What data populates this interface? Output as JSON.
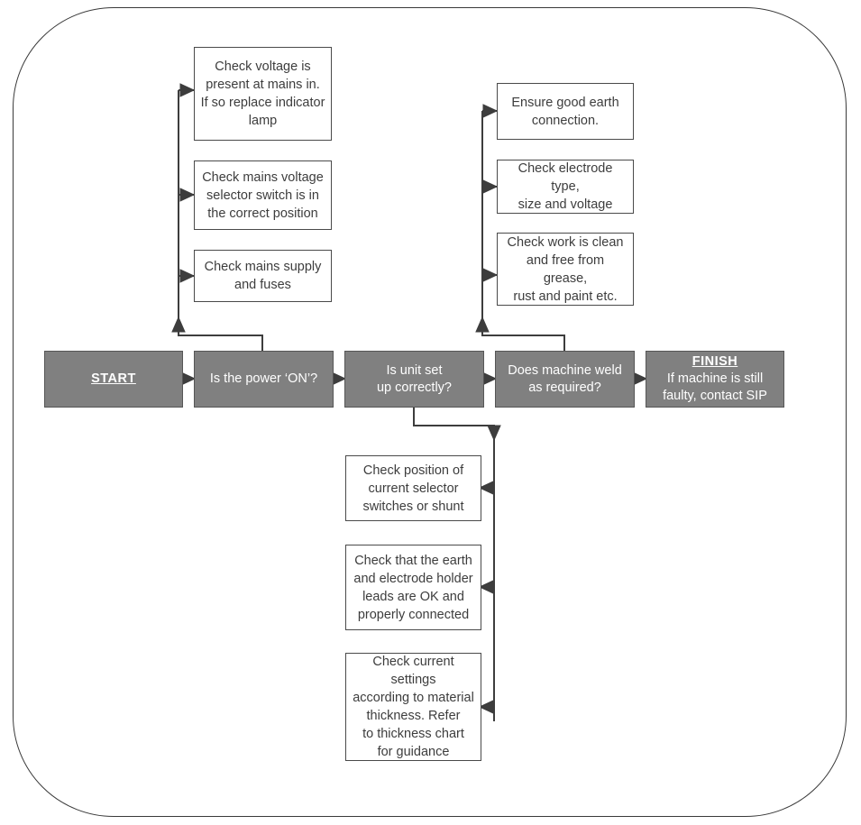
{
  "diagram": {
    "title": "Welding machine fault finding flowchart",
    "colors": {
      "node_fill_gray": "#808080",
      "node_fill_white": "#ffffff",
      "line": "#3d3d3d",
      "text_white": "#ffffff",
      "text_dark": "#3d3d3d"
    }
  },
  "main_row": {
    "start": {
      "label": "START"
    },
    "power": {
      "label": "Is the power ‘ON’?"
    },
    "unit": {
      "label": "Is unit set\nup correctly?"
    },
    "weld": {
      "label": "Does machine weld\nas required?"
    },
    "finish": {
      "heading": "FINISH",
      "body": "If machine is still\nfaulty, contact SIP"
    }
  },
  "power_checks": [
    {
      "label": "Check voltage is\npresent at mains in.\nIf so replace indicator\nlamp"
    },
    {
      "label": "Check mains voltage\nselector switch is in\nthe correct position"
    },
    {
      "label": "Check mains supply\nand fuses"
    }
  ],
  "weld_checks": [
    {
      "label": "Ensure good earth\nconnection."
    },
    {
      "label": "Check electrode type,\nsize and voltage"
    },
    {
      "label": "Check work is clean\nand free from grease,\nrust and paint etc."
    }
  ],
  "unit_checks": [
    {
      "label": "Check position of\ncurrent selector\nswitches or shunt"
    },
    {
      "label": "Check that the earth\nand electrode holder\nleads are OK and\nproperly connected"
    },
    {
      "label": "Check current settings\naccording to material\nthickness. Refer\nto thickness chart\nfor guidance"
    }
  ]
}
